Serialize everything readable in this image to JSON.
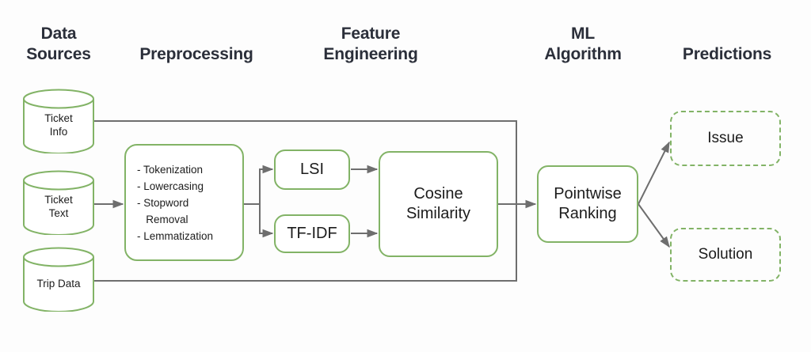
{
  "diagram": {
    "title": "ML pipeline flow diagram",
    "accent_color": "#82b366",
    "line_color": "#6e6e6e",
    "text_color": "#1c1c1c",
    "header_color": "#2b2f3a",
    "background": "#fdfdfd"
  },
  "columns": [
    {
      "id": "data-sources",
      "line1": "Data",
      "line2": "Sources"
    },
    {
      "id": "preprocessing",
      "line1": "Preprocessing",
      "line2": ""
    },
    {
      "id": "feature-engineering",
      "line1": "Feature",
      "line2": "Engineering"
    },
    {
      "id": "ml-algorithm",
      "line1": "ML",
      "line2": "Algorithm"
    },
    {
      "id": "predictions",
      "line1": "Predictions",
      "line2": ""
    }
  ],
  "data_sources": [
    {
      "id": "ticket-info",
      "line1": "Ticket",
      "line2": "Info"
    },
    {
      "id": "ticket-text",
      "line1": "Ticket",
      "line2": "Text"
    },
    {
      "id": "trip-data",
      "line1": "Trip Data",
      "line2": ""
    }
  ],
  "preprocessing": {
    "steps": [
      "- Tokenization",
      "- Lowercasing",
      "- Stopword",
      "   Removal",
      "- Lemmatization"
    ]
  },
  "feature_engineering": {
    "lsi": "LSI",
    "tfidf": "TF-IDF",
    "cosine_line1": "Cosine",
    "cosine_line2": "Similarity"
  },
  "ml_algorithm": {
    "line1": "Pointwise",
    "line2": "Ranking"
  },
  "predictions": [
    {
      "id": "issue",
      "label": "Issue"
    },
    {
      "id": "solution",
      "label": "Solution"
    }
  ]
}
